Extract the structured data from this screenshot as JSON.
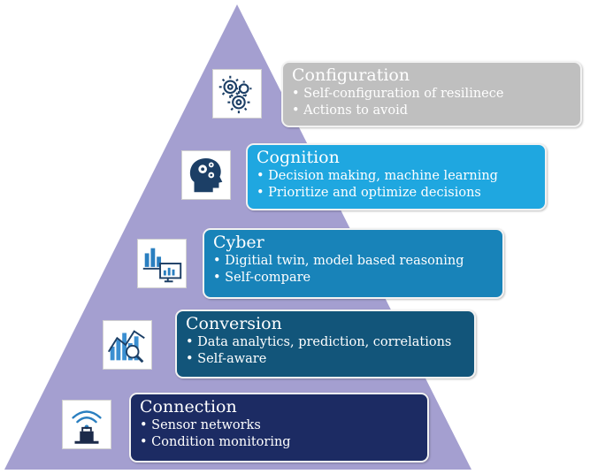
{
  "layers": [
    {
      "id": "configuration",
      "title": "Configuration",
      "bullets": [
        "• Self-configuration of resilinece",
        "• Actions to avoid"
      ],
      "color": "#bfbfbf",
      "icon": "gears-icon"
    },
    {
      "id": "cognition",
      "title": "Cognition",
      "bullets": [
        "• Decision making, machine learning",
        "• Prioritize and optimize decisions"
      ],
      "color": "#1fa7e0",
      "icon": "head-gears-icon"
    },
    {
      "id": "cyber",
      "title": "Cyber",
      "bullets": [
        "• Digitial twin, model based reasoning",
        "• Self-compare"
      ],
      "color": "#1883b9",
      "icon": "digital-twin-icon"
    },
    {
      "id": "conversion",
      "title": "Conversion",
      "bullets": [
        "• Data analytics, prediction, correlations",
        "• Self-aware"
      ],
      "color": "#12557a",
      "icon": "analytics-icon"
    },
    {
      "id": "connection",
      "title": "Connection",
      "bullets": [
        "• Sensor networks",
        "• Condition monitoring"
      ],
      "color": "#1c2b63",
      "icon": "wireless-sensor-icon"
    }
  ],
  "colors": {
    "pyramid": "#a49fd0",
    "box_border": "#f2f2f2"
  }
}
